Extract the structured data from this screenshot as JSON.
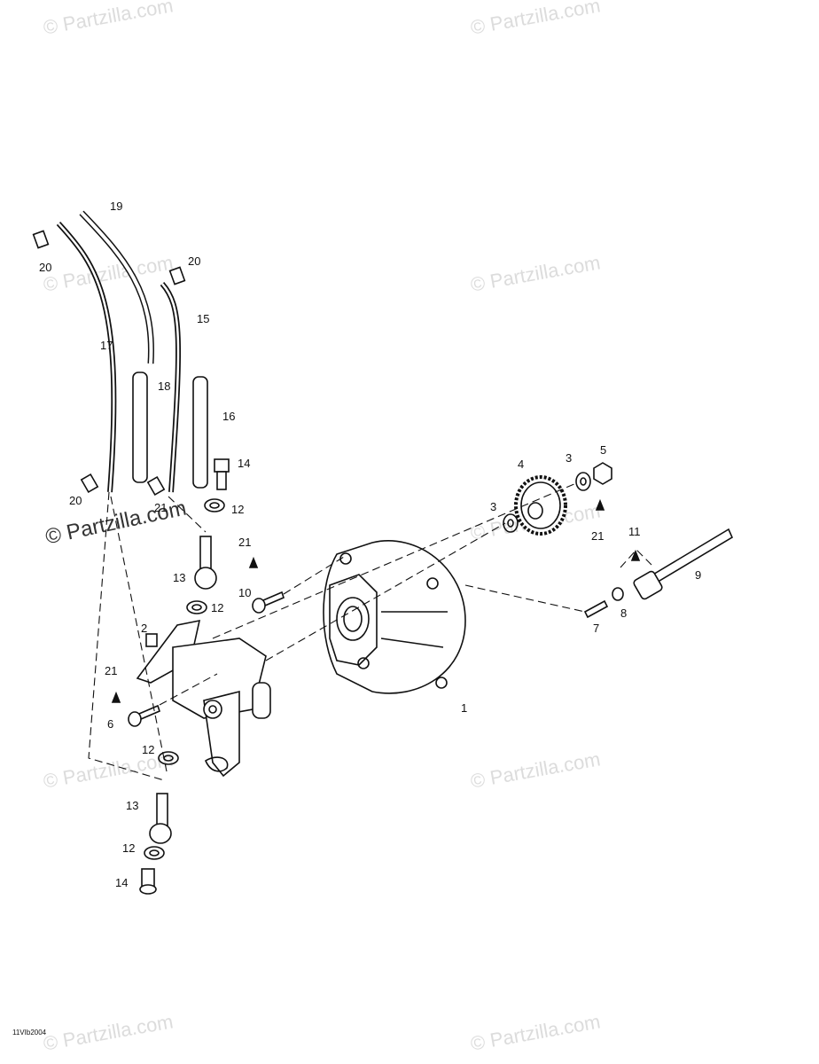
{
  "watermark": "© Partzilla.com",
  "drawing_code": "11VIb2004",
  "callouts": [
    "19",
    "20",
    "20",
    "15",
    "17",
    "18",
    "16",
    "14",
    "20",
    "21",
    "12",
    "21",
    "13",
    "10",
    "12",
    "2",
    "21",
    "6",
    "12",
    "13",
    "12",
    "14",
    "1",
    "4",
    "3",
    "5",
    "3",
    "21",
    "11",
    "9",
    "7",
    "8"
  ]
}
